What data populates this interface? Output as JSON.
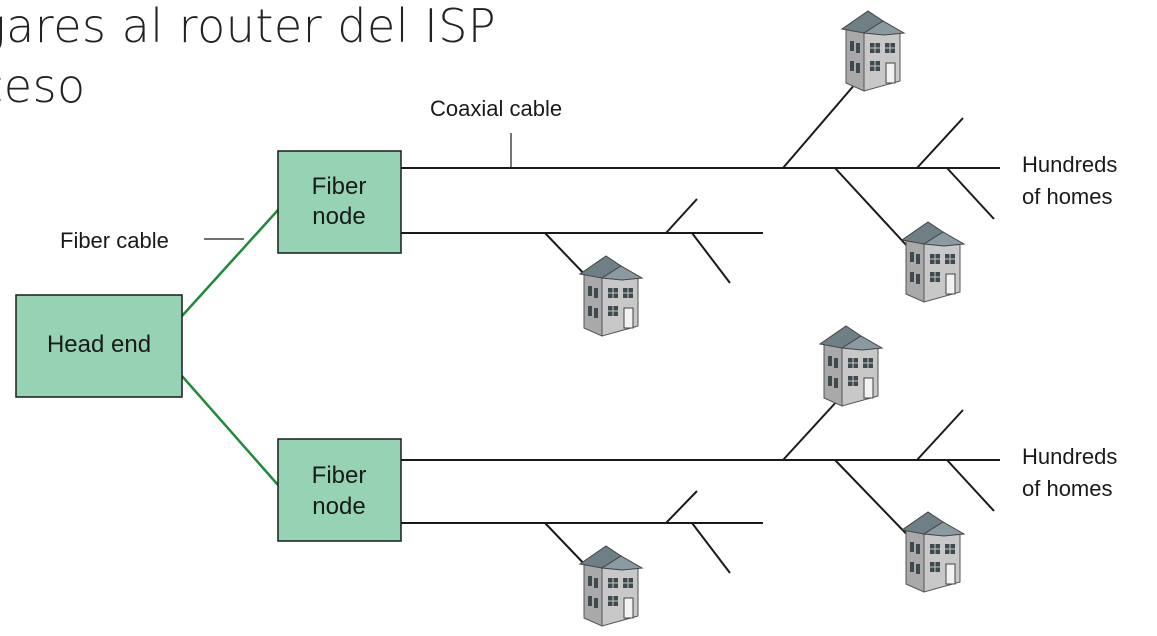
{
  "slide": {
    "title_line1": "gares al router del ISP",
    "title_line2": "ceso"
  },
  "diagram": {
    "head_end_label": "Head end",
    "fiber_cable_label": "Fiber cable",
    "coaxial_cable_label": "Coaxial cable",
    "fiber_nodes": [
      {
        "line1": "Fiber",
        "line2": "node"
      },
      {
        "line1": "Fiber",
        "line2": "node"
      }
    ],
    "hundreds_of_homes": [
      {
        "line1": "Hundreds",
        "line2": "of homes"
      },
      {
        "line1": "Hundreds",
        "line2": "of homes"
      }
    ],
    "house_icon": "house-icon",
    "colors": {
      "box_fill": "#96d2b4",
      "box_stroke": "#1a1a1a",
      "fiber_line": "#1f8a3a",
      "coax_line": "#1a1a1a"
    }
  }
}
